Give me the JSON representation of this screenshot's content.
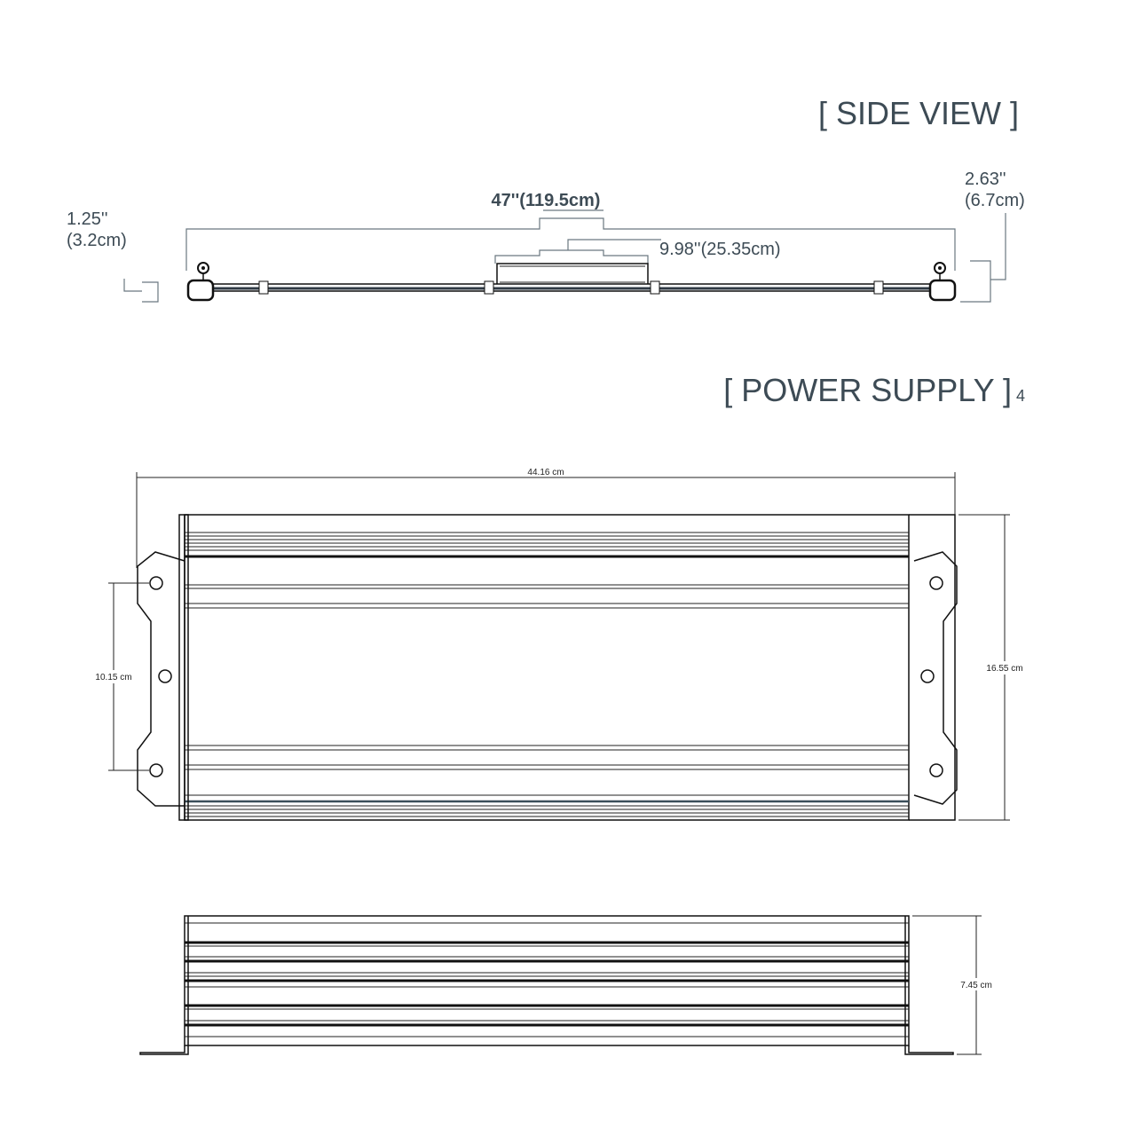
{
  "side_view": {
    "title": "[ SIDE VIEW ]",
    "length_label": "47''(119.5cm)",
    "ballast_label": "9.98''(25.35cm)",
    "left_height": {
      "line1": "1.25''",
      "line2": "(3.2cm)"
    },
    "right_height": {
      "line1": "2.63''",
      "line2": "(6.7cm)"
    }
  },
  "power_supply": {
    "title": "[ POWER SUPPLY ]",
    "title_suffix": "4",
    "width_label": "44.16  cm",
    "height_label": "16.55  cm",
    "hole_spacing_label": "10.15  cm",
    "depth_label": "7.45  cm"
  },
  "colors": {
    "label_text": "#3d4b55",
    "guide_line": "#6a7780",
    "drawing_line": "#111111"
  }
}
